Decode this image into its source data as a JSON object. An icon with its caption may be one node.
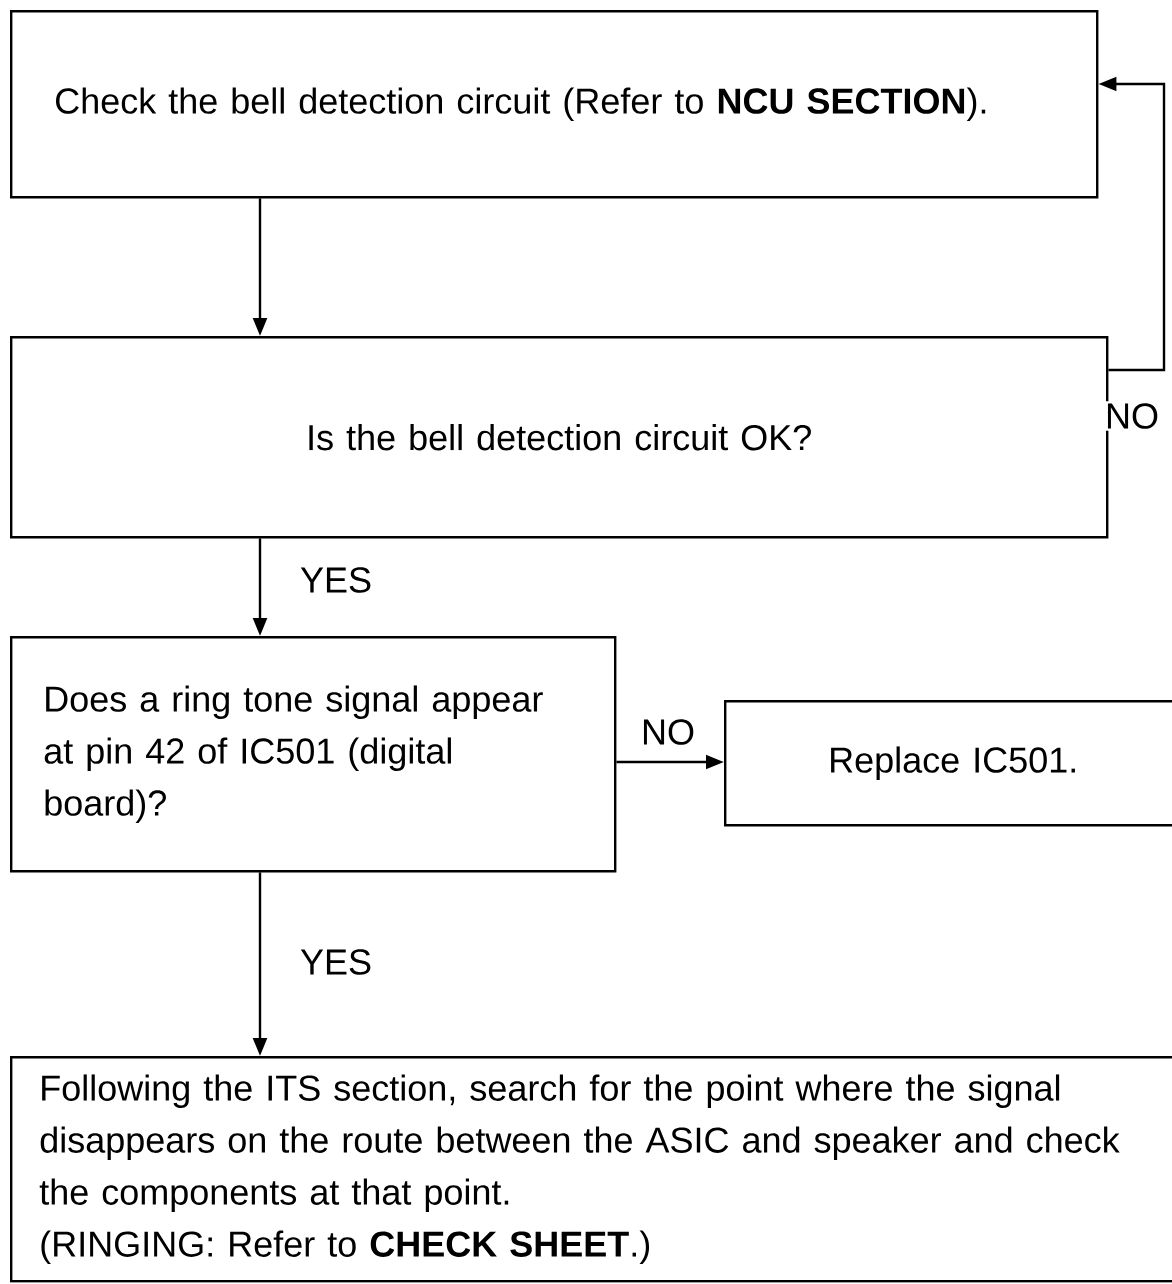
{
  "diagram": {
    "nodes": [
      {
        "text": [
          "Check the bell detection circuit (Refer to **NCU SECTION**)."
        ]
      },
      {
        "text": [
          "Is the bell detection circuit OK?"
        ]
      },
      {
        "text": [
          "Does a ring tone signal appear at pin 42 of IC501 (digital board)?"
        ]
      },
      {
        "text": [
          "Replace IC501."
        ]
      },
      {
        "text": [
          "Following the ITS section, search for the point where the signal disappears on the route between the ASIC and speaker and check the components at that point.",
          "(RINGING: Refer to **CHECK SHEET**.)"
        ]
      }
    ],
    "edges": [
      {
        "from": 0,
        "to": 1,
        "arrow": "to"
      },
      {
        "from": 1,
        "to": 0,
        "arrow": "to",
        "label": "NO"
      },
      {
        "from": 1,
        "to": 2,
        "arrow": "to",
        "label": "YES"
      },
      {
        "from": 2,
        "to": 3,
        "arrow": "to",
        "label": "NO"
      },
      {
        "from": 2,
        "to": 4,
        "arrow": "to",
        "label": "YES"
      }
    ]
  }
}
